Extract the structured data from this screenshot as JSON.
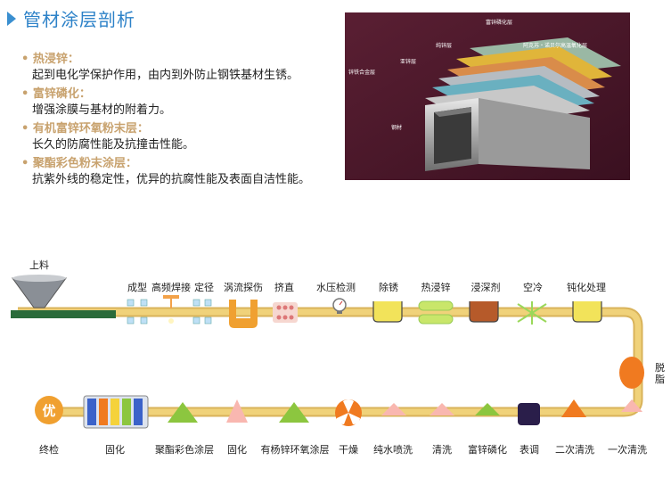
{
  "title": "管材涂层剖析",
  "features": [
    {
      "name": "热浸锌：",
      "desc": "起到电化学保护作用，由内到外防止钢铁基材生锈。"
    },
    {
      "name": "富锌磷化：",
      "desc": "增强涂膜与基材的附着力。"
    },
    {
      "name": "有机富锌环氧粉末层：",
      "desc": "长久的防腐性能及抗撞击性能。"
    },
    {
      "name": "聚酯彩色粉末涂层：",
      "desc": "抗紫外线的稳定性，优异的抗腐性能及表面自洁性能。"
    }
  ],
  "photo_labels": {
    "zinc_phosphate": "富锌磷化层",
    "pure_zinc": "纯锌层",
    "polyester": "阿克苏・诺贝尔高温氧化层",
    "iron_zinc": "亚锌层",
    "zinc_alloy": "锌铁合金层",
    "steel": "钢材"
  },
  "flow": {
    "start_label": "上料",
    "top_steps": [
      "成型",
      "高频焊接",
      "定径",
      "涡流探伤",
      "挤直",
      "水压检测",
      "除锈",
      "热浸锌",
      "浸深剂",
      "空冷",
      "钝化处理"
    ],
    "right_label": "脱脂",
    "bottom_steps": [
      "终检",
      "固化",
      "聚酯彩色涂层",
      "固化",
      "有杨锌环氧涂层",
      "干燥",
      "纯水喷洗",
      "清洗",
      "富锌磷化",
      "表调",
      "二次清洗",
      "一次清洗"
    ],
    "final_badge": "优"
  },
  "colors": {
    "title": "#2d82c8",
    "feature_name": "#c8a26e",
    "belt": "#f0d27a",
    "belt_edge": "#d9b35a",
    "photo_bg": "#4a1a2a"
  }
}
